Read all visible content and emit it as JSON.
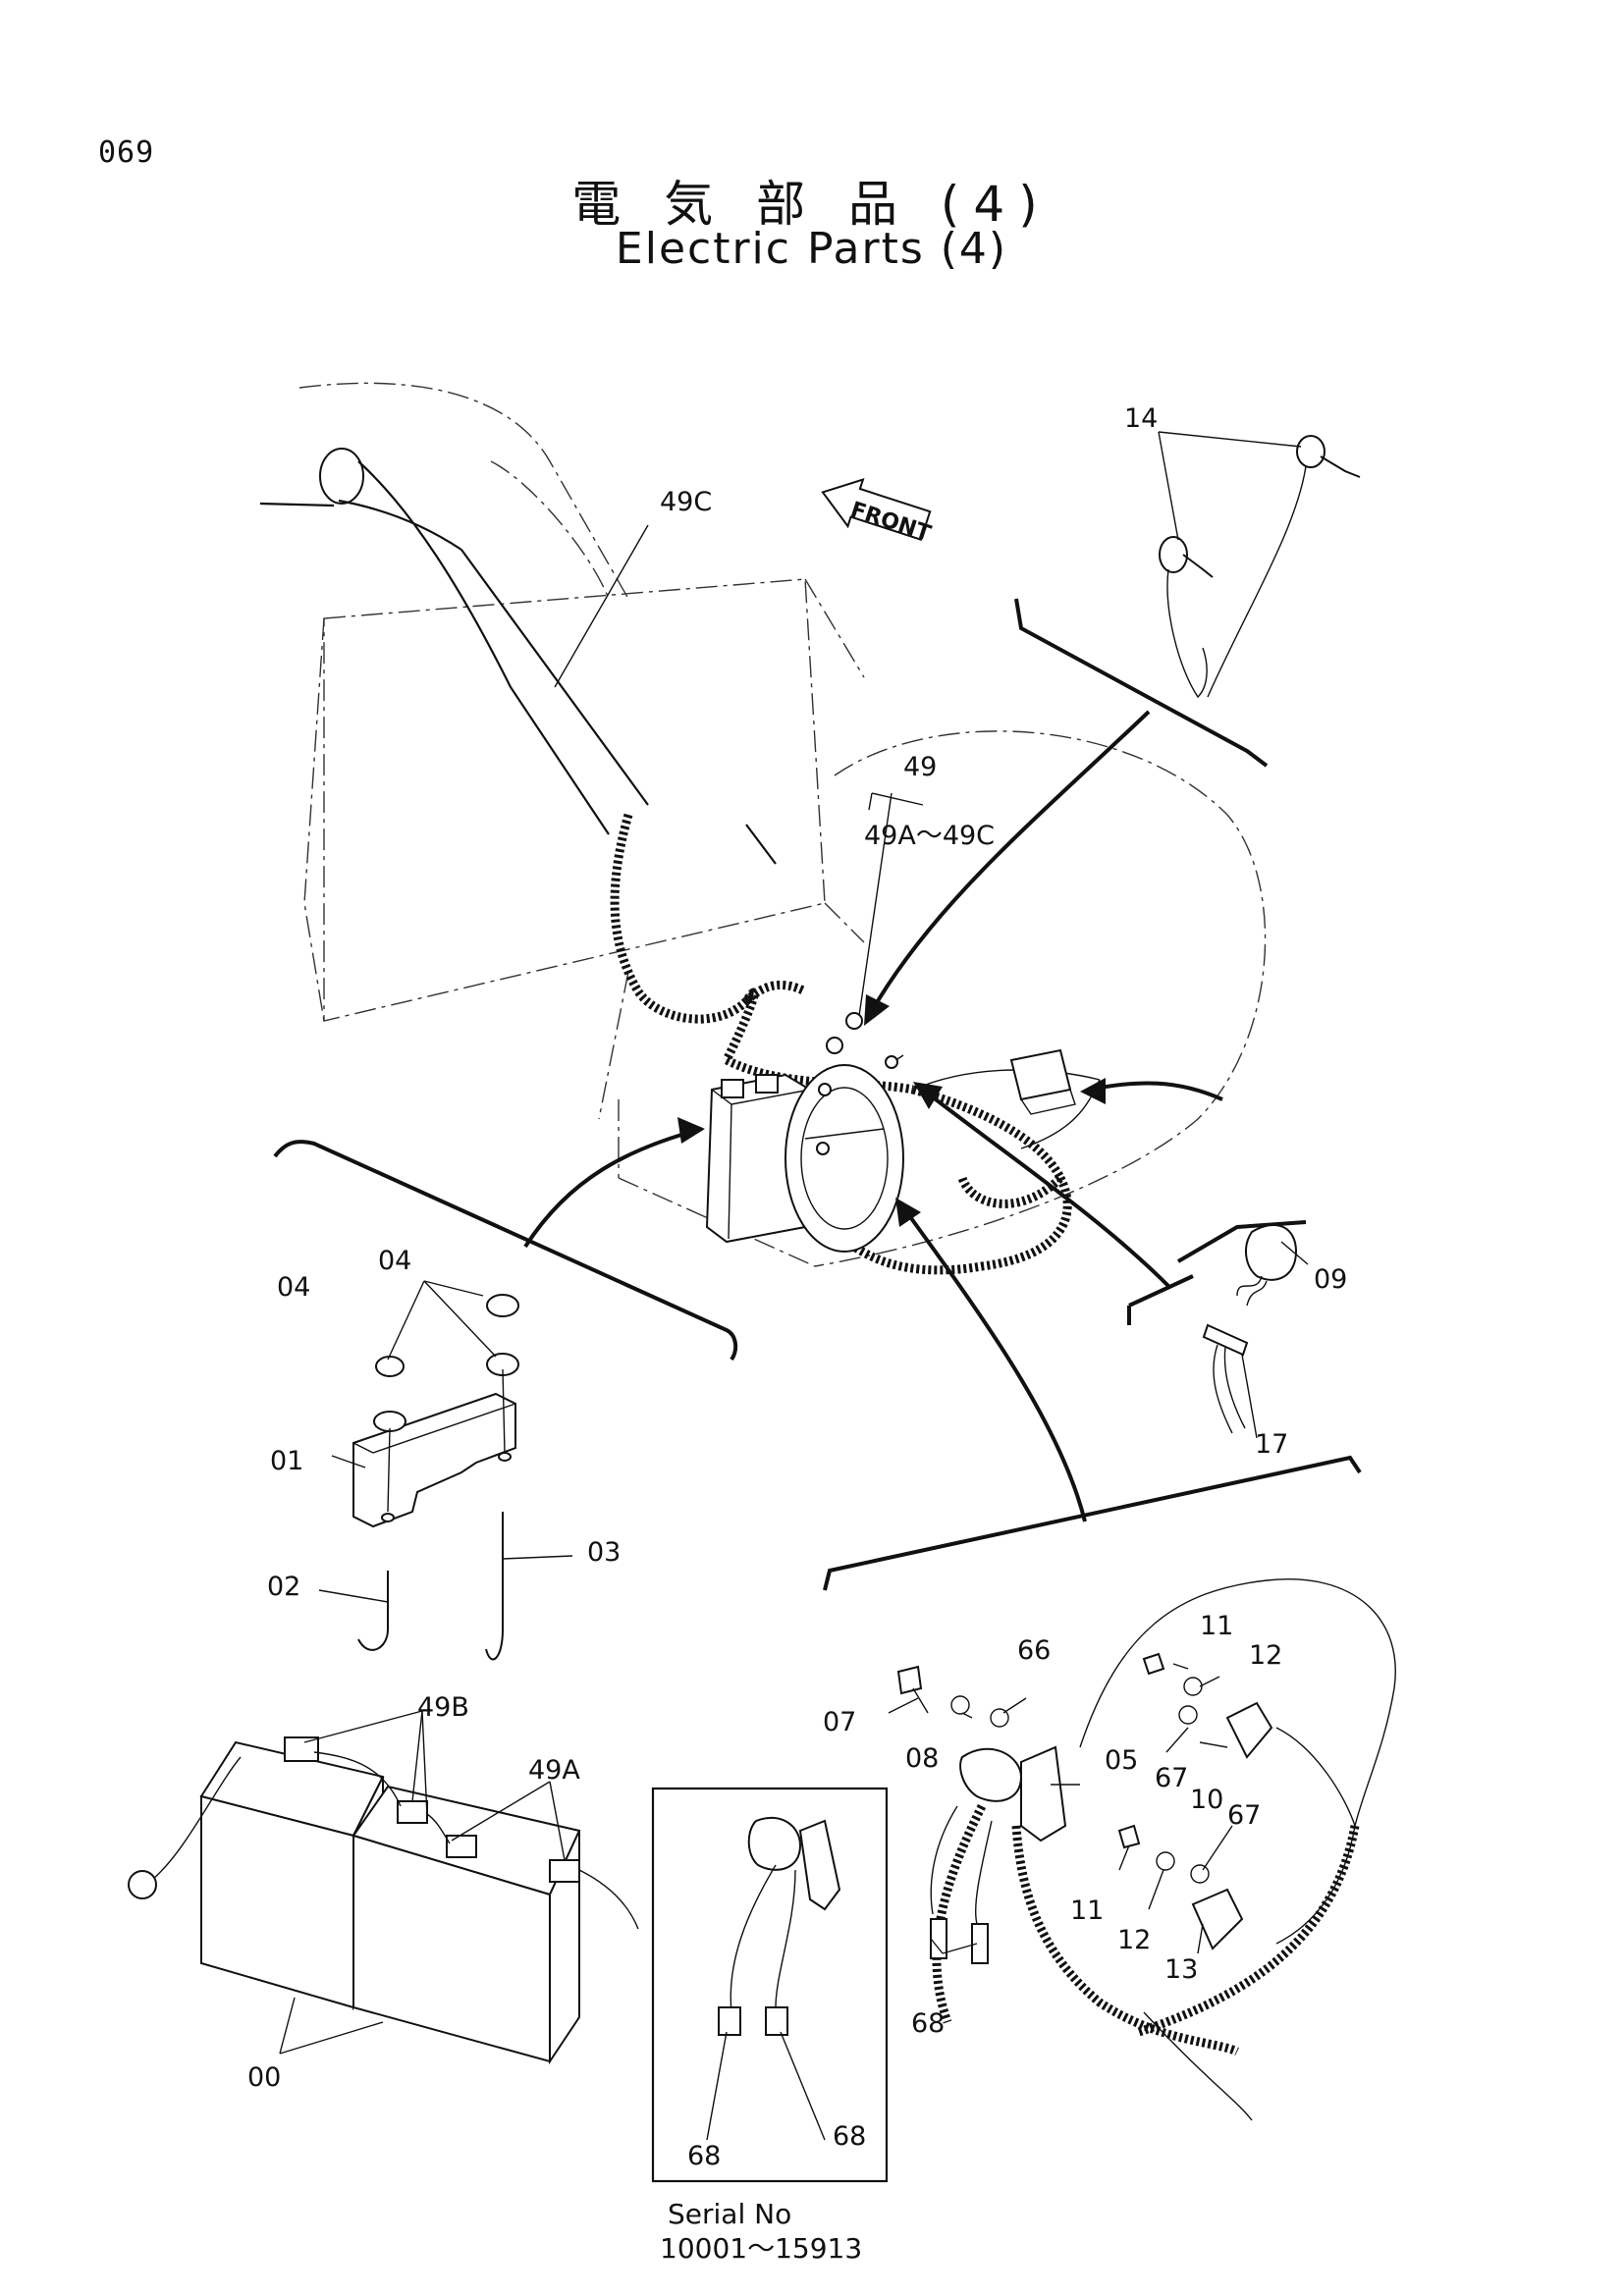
{
  "page_number": "069",
  "title_jp": "電 気 部 品 (4)",
  "title_en": "Electric Parts (4)",
  "direction_label": "FRONT",
  "serial_box": {
    "line1": "Serial No",
    "line2": "10001～15913"
  },
  "callouts": {
    "c14": "14",
    "c49c": "49C",
    "c49": "49",
    "c49a_49c": "49A～49C",
    "c04a": "04",
    "c04b": "04",
    "c01": "01",
    "c02": "02",
    "c03": "03",
    "c09": "09",
    "c17": "17",
    "c49b": "49B",
    "c49a": "49A",
    "c00": "00",
    "c11a": "11",
    "c12a": "12",
    "c66": "66",
    "c07": "07",
    "c08": "08",
    "c05": "05",
    "c67a": "67",
    "c10": "10",
    "c67b": "67",
    "c11b": "11",
    "c12b": "12",
    "c13": "13",
    "c68a": "68",
    "c68b": "68",
    "c68c": "68"
  }
}
